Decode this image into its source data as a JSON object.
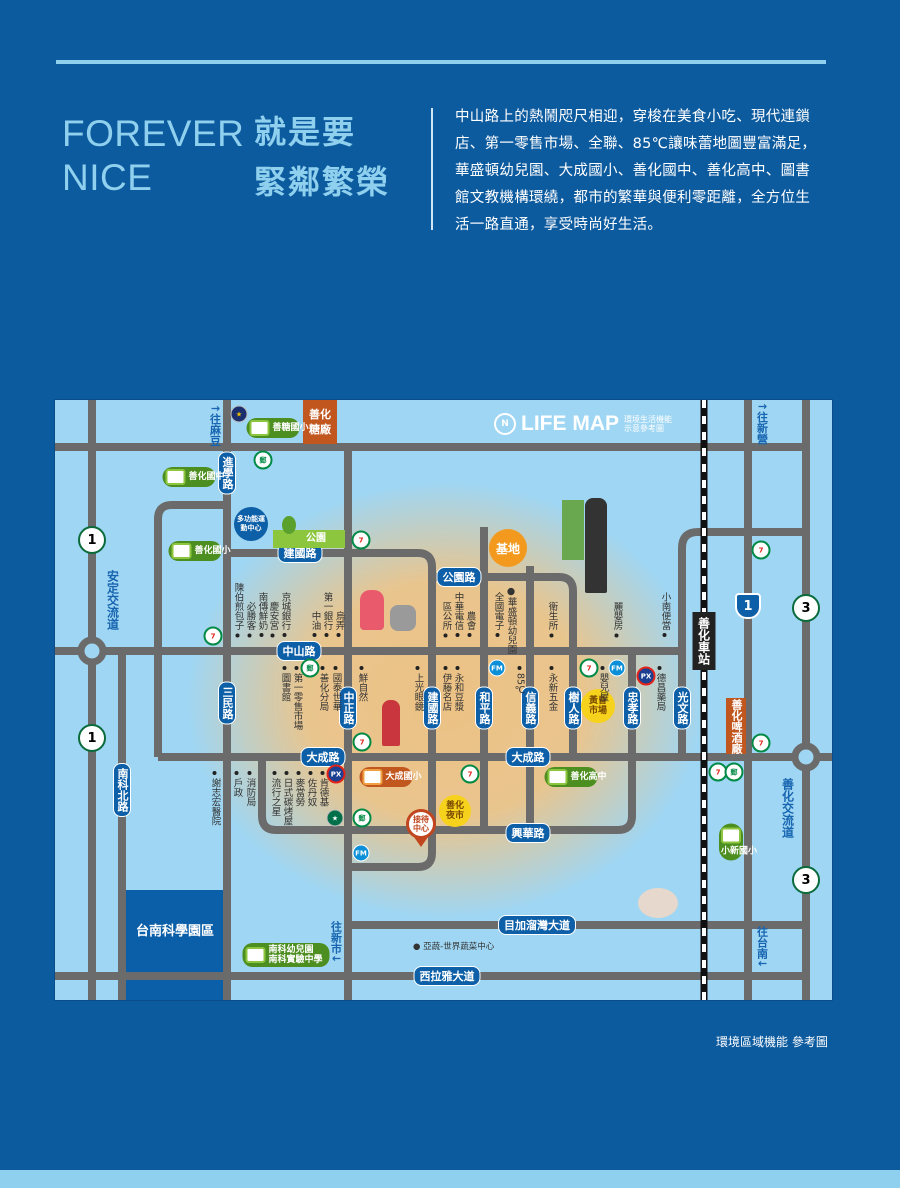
{
  "header": {
    "title_en": [
      "FOREVER",
      "NICE"
    ],
    "title_zh": [
      "就是要",
      "緊鄰繁榮"
    ],
    "paragraph": [
      "中山路上的熱鬧咫尺相迎，穿梭在美食小吃、現代連鎖",
      "店、第一零售市場、全聯、85℃讓味蕾地圖豐富滿足，",
      "華盛頓幼兒園、大成國小、善化國中、善化高中、圖書",
      "館文教機構環繞，都市的繁華與便利零距離，全方位生",
      "活一路直通，享受時尚好生活。"
    ]
  },
  "map": {
    "title": "LIFE MAP",
    "compass": "N",
    "subtitle": [
      "環境生活機能",
      "示意參考圖"
    ],
    "colors": {
      "water_bg": "#9fd6f3",
      "road": "#6b6b6b",
      "road_label": "#0d5fa8",
      "glow": "#e8c48b",
      "science_park": "#0b5fa8"
    },
    "road_labels": [
      "建國路",
      "公園路",
      "中山路",
      "大成路",
      "大成路",
      "興華路",
      "目加溜灣大道",
      "西拉雅大道"
    ],
    "vertical_road_labels": [
      "進學路",
      "三民路",
      "中正路",
      "建國路",
      "和平路",
      "信義路",
      "樹人路",
      "忠孝路",
      "光文路",
      "南科北路"
    ],
    "directions": [
      "往麻豆",
      "往新營",
      "往新市",
      "往台南"
    ],
    "interchanges": [
      "安定交流道",
      "善化交流道"
    ],
    "highways": {
      "provincial_1": "1",
      "provincial_3": "3",
      "national_1": "1"
    },
    "station": "善化車站",
    "landmarks": {
      "sugar_factory": "善化糖廠",
      "brewery": "善化啤酒廠",
      "site": "基地",
      "sports_center": "多功能運動中心",
      "park": "公園",
      "dusk_market": "黃昏市場",
      "night_market": "善化夜市",
      "reception": "接待中心",
      "science_park": "台南科學園區",
      "avrdc": "亞蔬-世界蔬菜中心"
    },
    "schools": [
      "善糖國小",
      "善化國中",
      "善化國小",
      "大成國小",
      "善化高中",
      "小新國小",
      "南科幼兒園",
      "南科實驗中學"
    ],
    "pois_north_zhongshan": [
      "陳伯煎包子",
      "必勝客",
      "南傳鮮奶",
      "慶安宮",
      "京城銀行",
      "中油",
      "第一銀行",
      "烏弄",
      "區公所",
      "中華電信",
      "農會",
      "全國電子",
      "華盛頓幼兒園",
      "衛生所",
      "麗嬰房",
      "小南便當"
    ],
    "pois_south_zhongshan": [
      "圖書館",
      "第一零售市場",
      "善化分局",
      "國泰世華",
      "鮮自然",
      "上光眼鏡",
      "伊藤名店",
      "永和豆漿",
      "85℃",
      "永新五金",
      "嬰兒屋",
      "德昌藥局"
    ],
    "pois_south_dacheng": [
      "謝志宏醫院",
      "戶政",
      "消防局",
      "流行之星",
      "日式碳烤屋",
      "麥當勞",
      "佐丹奴",
      "肯德基"
    ],
    "markers": {
      "seven_eleven": "7",
      "familymart": "FM",
      "pxmart": "PX",
      "post": "郵",
      "starbucks": "★",
      "police": "★"
    }
  },
  "caption": "環境區域機能 參考圖"
}
